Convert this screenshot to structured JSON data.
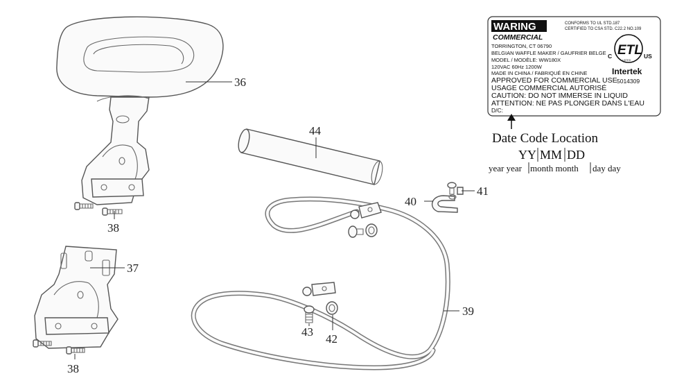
{
  "callouts": {
    "p36": "36",
    "p38a": "38",
    "p37": "37",
    "p38b": "38",
    "p44": "44",
    "p40": "40",
    "p41": "41",
    "p39": "39",
    "p43": "43",
    "p42": "42"
  },
  "label": {
    "brand": "WARING",
    "brand_sub": "COMMERCIAL",
    "conforms_1": "CONFORMS TO UL STD.187",
    "conforms_2": "CERTIFIED TO CSA STD. C22.2 NO.109",
    "line1": "TORRINGTON, CT 06790",
    "line2": "BELGIAN WAFFLE MAKER / GAUFRIER BELGE",
    "line3": "MODEL / MODÈLE: WW180X",
    "line4": "120VAC  60Hz  1200W",
    "line5": "MADE IN CHINA / FABRIQUÉ EN CHINE",
    "line6": "APPROVED FOR COMMERCIAL USE",
    "line7": "USAGE COMMERCIAL AUTORISÉ",
    "line8": "CAUTION: DO NOT IMMERSE IN LIQUID",
    "line9": "ATTENTION: NE PAS PLONGER DANS L'EAU",
    "line10": "D/C:",
    "etl": "ETL",
    "etl_c": "C",
    "etl_us": "US",
    "etl_listed": "LISTED",
    "intertek": "Intertek",
    "intertek_num": "5014309"
  },
  "date_code": {
    "title": "Date Code Location",
    "yy": "YY",
    "mm": "MM",
    "dd": "DD",
    "year": "year year",
    "month": "month month",
    "day": "day day"
  },
  "colors": {
    "ink": "#111111",
    "part_stroke": "#555555"
  }
}
